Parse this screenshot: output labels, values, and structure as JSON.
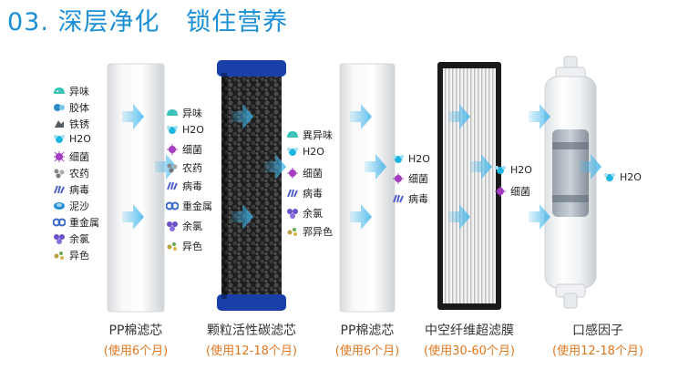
{
  "heading": {
    "number": "03.",
    "part1": "深层净化",
    "part2": "锁住营养"
  },
  "colors": {
    "heading": "#1a8fd6",
    "life": "#e0771f",
    "arrow": "#3fb4ea",
    "carbon_cap": "#1a3fa8",
    "icons": {
      "odor": "#3cc3ba",
      "colloid": "#2e8bc7",
      "rust": "#555b63",
      "h2o": "#1cb7e0",
      "bacteria": "#a33cc0",
      "pesticide": "#888888",
      "virus": "#5060c8",
      "sand": "#2a8fd0",
      "metal": "#3a68c8",
      "chlorine": "#6a50c8",
      "color": "#b9a23a"
    }
  },
  "cartridges": [
    {
      "title": "PP棉滤芯",
      "life": "(使用6个月)"
    },
    {
      "title": "颗粒活性碳滤芯",
      "life": "(使用12-18个月)"
    },
    {
      "title": "PP棉滤芯",
      "life": "(使用6个月)"
    },
    {
      "title": "中空纤维超滤膜",
      "life": "(使用30-60个月)"
    },
    {
      "title": "口感因子",
      "life": "(使用12-18个月)"
    }
  ],
  "stage1": [
    {
      "label": "异味",
      "icon": "odor-icon"
    },
    {
      "label": "胶体",
      "icon": "colloid-icon"
    },
    {
      "label": "铁锈",
      "icon": "rust-icon"
    },
    {
      "label": "H2O",
      "icon": "h2o-icon"
    },
    {
      "label": "细菌",
      "icon": "bacteria-icon"
    },
    {
      "label": "农药",
      "icon": "pesticide-icon"
    },
    {
      "label": "病毒",
      "icon": "virus-icon"
    },
    {
      "label": "泥沙",
      "icon": "sand-icon"
    },
    {
      "label": "重金属",
      "icon": "metal-icon"
    },
    {
      "label": "余氯",
      "icon": "chlorine-icon"
    },
    {
      "label": "异色",
      "icon": "color-icon"
    }
  ],
  "stage2": [
    {
      "label": "异味",
      "icon": "odor-icon"
    },
    {
      "label": "H2O",
      "icon": "h2o-icon"
    },
    {
      "label": "细菌",
      "icon": "bacteria-icon"
    },
    {
      "label": "农药",
      "icon": "pesticide-icon"
    },
    {
      "label": "病毒",
      "icon": "virus-icon"
    },
    {
      "label": "重金属",
      "icon": "metal-icon"
    },
    {
      "label": "余氯",
      "icon": "chlorine-icon"
    },
    {
      "label": "异色",
      "icon": "color-icon"
    }
  ],
  "stage3": [
    {
      "label": "異异味",
      "icon": "odor-icon"
    },
    {
      "label": "H2O",
      "icon": "h2o-icon"
    },
    {
      "label": "细菌",
      "icon": "bacteria-icon"
    },
    {
      "label": "病毒",
      "icon": "virus-icon"
    },
    {
      "label": "余氯",
      "icon": "chlorine-icon"
    },
    {
      "label": "郛异色",
      "icon": "color-icon"
    }
  ],
  "stage4": [
    {
      "label": "H2O",
      "icon": "h2o-icon"
    },
    {
      "label": "细菌",
      "icon": "bacteria-icon"
    },
    {
      "label": "病毒",
      "icon": "virus-icon"
    }
  ],
  "stage5": [
    {
      "label": "H2O",
      "icon": "h2o-icon"
    },
    {
      "label": "细菌",
      "icon": "bacteria-icon"
    }
  ],
  "stage6": [
    {
      "label": "H2O",
      "icon": "h2o-icon"
    }
  ]
}
